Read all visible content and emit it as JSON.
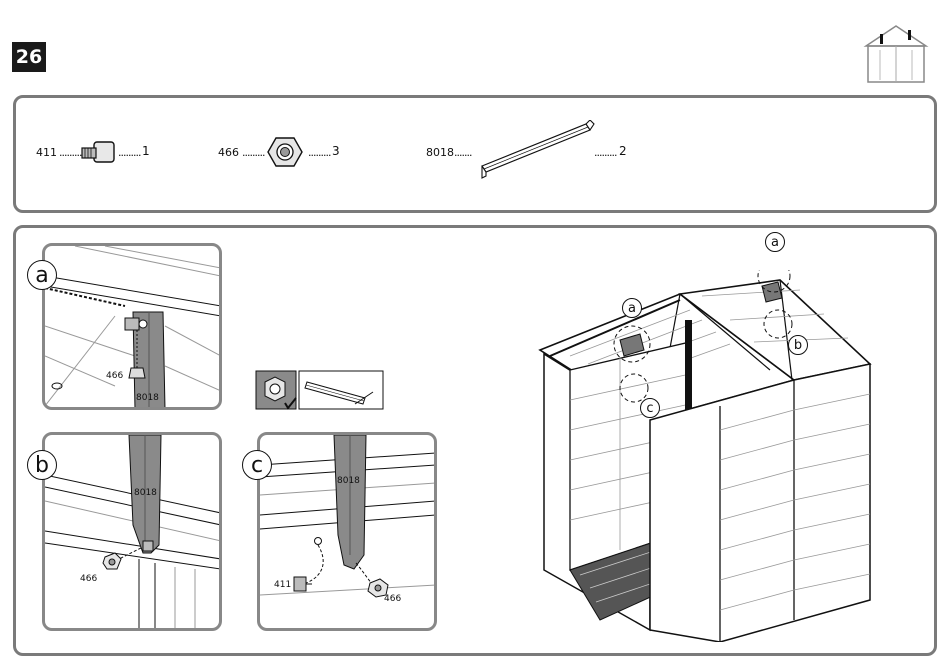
{
  "step": {
    "number": "26"
  },
  "parts": [
    {
      "code": "411",
      "qty": "1",
      "icon": "square-bolt-icon"
    },
    {
      "code": "466",
      "qty": "3",
      "icon": "hex-nut-icon"
    },
    {
      "code": "8018",
      "qty": "2",
      "icon": "strut-bar-icon"
    }
  ],
  "details": [
    {
      "id": "a",
      "labels": [
        "466",
        "8018"
      ]
    },
    {
      "id": "b",
      "labels": [
        "8018",
        "466"
      ]
    },
    {
      "id": "c",
      "labels": [
        "8018",
        "411",
        "466"
      ]
    }
  ],
  "overview_callouts": [
    "a",
    "a",
    "b",
    "c"
  ],
  "colors": {
    "border": "#7a7a7a",
    "strut": "#8a8a8a",
    "badge": "#1a1a1a"
  }
}
